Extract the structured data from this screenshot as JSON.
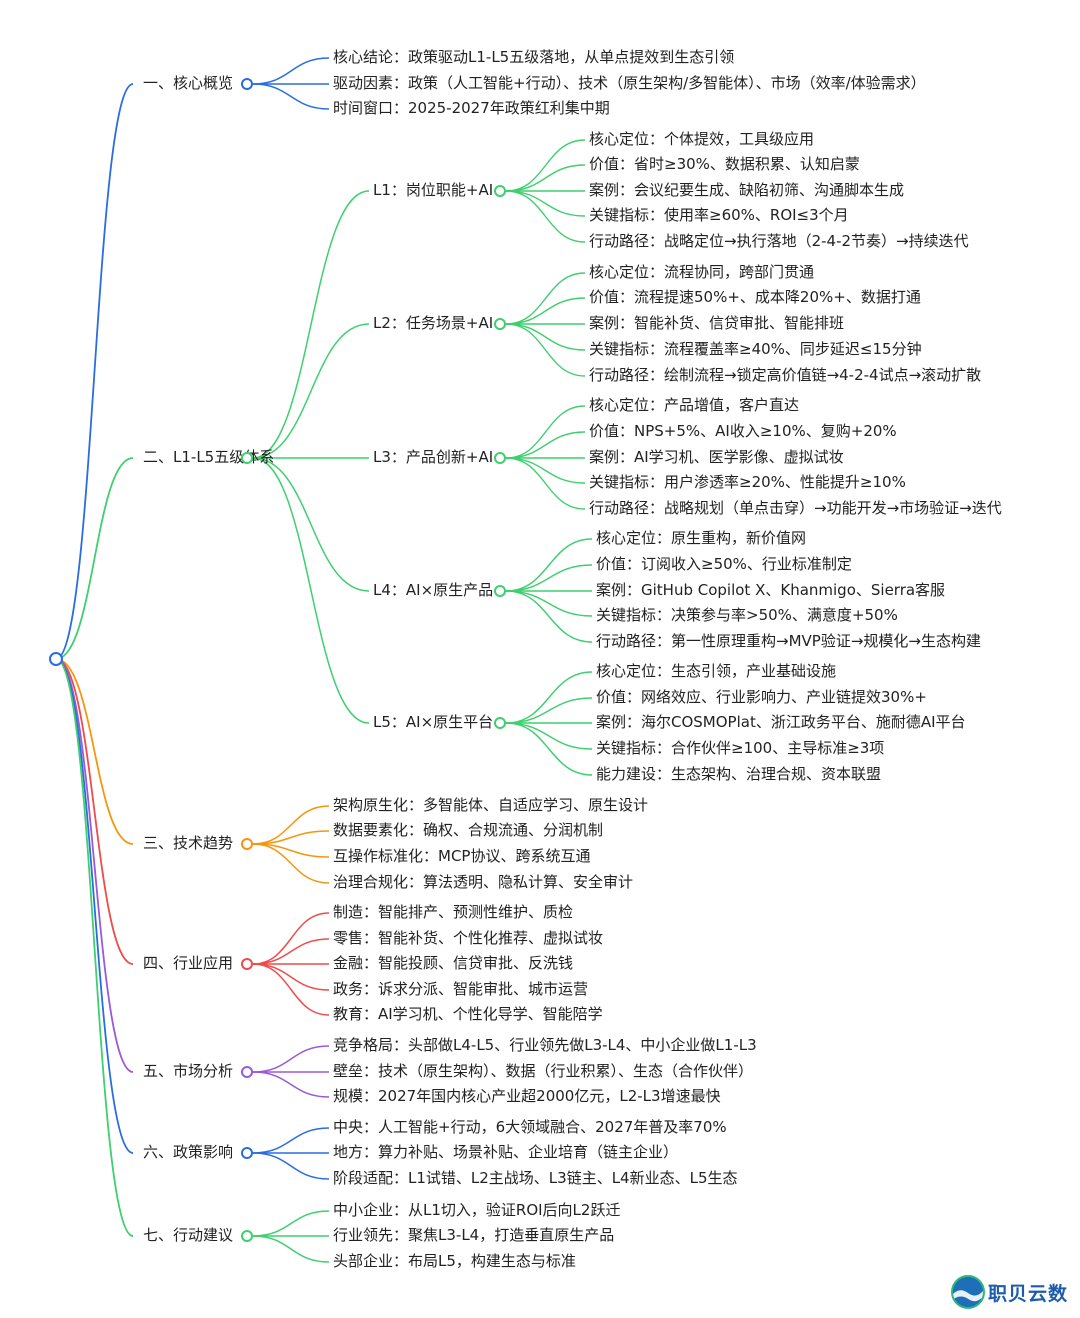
{
  "mindmap": {
    "branches": [
      {
        "label": "一、核心概览",
        "color": "#2a6de0",
        "items": [
          "核心结论：政策驱动L1-L5五级落地，从单点提效到生态引领",
          "驱动因素：政策（人工智能+行动）、技术（原生架构/多智能体）、市场（效率/体验需求）",
          "时间窗口：2025-2027年政策红利集中期"
        ]
      },
      {
        "label": "二、L1-L5五级体系",
        "color": "#3ecf6e",
        "subs": [
          {
            "label": "L1：岗位职能+AI",
            "items": [
              "核心定位：个体提效，工具级应用",
              "价值：省时≥30%、数据积累、认知启蒙",
              "案例：会议纪要生成、缺陷初筛、沟通脚本生成",
              "关键指标：使用率≥60%、ROI≤3个月",
              "行动路径：战略定位→执行落地（2-4-2节奏）→持续迭代"
            ]
          },
          {
            "label": "L2：任务场景+AI",
            "items": [
              "核心定位：流程协同，跨部门贯通",
              "价值：流程提速50%+、成本降20%+、数据打通",
              "案例：智能补货、信贷审批、智能排班",
              "关键指标：流程覆盖率≥40%、同步延迟≤15分钟",
              "行动路径：绘制流程→锁定高价值链→4-2-4试点→滚动扩散"
            ]
          },
          {
            "label": "L3：产品创新+AI",
            "items": [
              "核心定位：产品增值，客户直达",
              "价值：NPS+5%、AI收入≥10%、复购+20%",
              "案例：AI学习机、医学影像、虚拟试妆",
              "关键指标：用户渗透率≥20%、性能提升≥10%",
              "行动路径：战略规划（单点击穿）→功能开发→市场验证→迭代"
            ]
          },
          {
            "label": "L4：AI×原生产品",
            "items": [
              "核心定位：原生重构，新价值网",
              "价值：订阅收入≥50%、行业标准制定",
              "案例：GitHub Copilot X、Khanmigo、Sierra客服",
              "关键指标：决策参与率>50%、满意度+50%",
              "行动路径：第一性原理重构→MVP验证→规模化→生态构建"
            ]
          },
          {
            "label": "L5：AI×原生平台",
            "items": [
              "核心定位：生态引领，产业基础设施",
              "价值：网络效应、行业影响力、产业链提效30%+",
              "案例：海尔COSMOPlat、浙江政务平台、施耐德AI平台",
              "关键指标：合作伙伴≥100、主导标准≥3项",
              "能力建设：生态架构、治理合规、资本联盟"
            ]
          }
        ]
      },
      {
        "label": "三、技术趋势",
        "color": "#f6960f",
        "items": [
          "架构原生化：多智能体、自适应学习、原生设计",
          "数据要素化：确权、合规流通、分润机制",
          "互操作标准化：MCP协议、跨系统互通",
          "治理合规化：算法透明、隐私计算、安全审计"
        ]
      },
      {
        "label": "四、行业应用",
        "color": "#ee4b4b",
        "items": [
          "制造：智能排产、预测性维护、质检",
          "零售：智能补货、个性化推荐、虚拟试妆",
          "金融：智能投顾、信贷审批、反洗钱",
          "政务：诉求分派、智能审批、城市运营",
          "教育：AI学习机、个性化导学、智能陪学"
        ]
      },
      {
        "label": "五、市场分析",
        "color": "#9b59d6",
        "items": [
          "竞争格局：头部做L4-L5、行业领先做L3-L4、中小企业做L1-L3",
          "壁垒：技术（原生架构）、数据（行业积累）、生态（合作伙伴）",
          "规模：2027年国内核心产业超2000亿元，L2-L3增速最快"
        ]
      },
      {
        "label": "六、政策影响",
        "color": "#2a6de0",
        "items": [
          "中央：人工智能+行动，6大领域融合、2027年普及率70%",
          "地方：算力补贴、场景补贴、企业培育（链主企业）",
          "阶段适配：L1试错、L2主战场、L3链主、L4新业态、L5生态"
        ]
      },
      {
        "label": "七、行动建议",
        "color": "#3ecf6e",
        "items": [
          "中小企业：从L1切入，验证ROI后向L2跃迁",
          "行业领先：聚焦L3-L4，打造垂直原生产品",
          "头部企业：布局L5，构建生态与标准"
        ]
      }
    ]
  },
  "logo": {
    "text": "职贝云数"
  }
}
